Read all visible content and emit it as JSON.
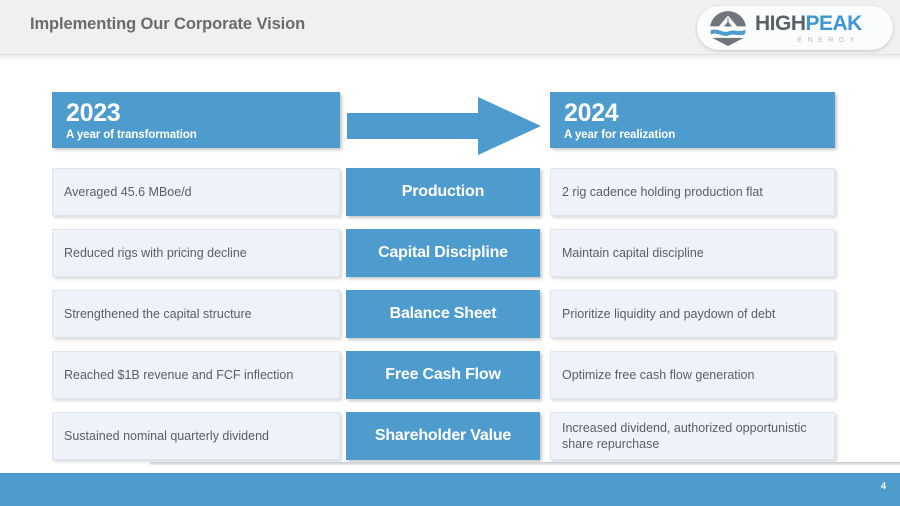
{
  "header": {
    "title": "Implementing Our Corporate Vision",
    "logo": {
      "word_primary": "HIGH",
      "word_secondary": "PEAK",
      "tagline": "ENERGY",
      "mark_name": "mountain-wave-emblem"
    }
  },
  "columns": {
    "left": {
      "year": "2023",
      "subtitle": "A year of transformation"
    },
    "right": {
      "year": "2024",
      "subtitle": "A year for realization"
    },
    "arrow_label": "transition-arrow"
  },
  "rows": [
    {
      "left": "Averaged 45.6 MBoe/d",
      "category": "Production",
      "right": "2 rig cadence holding production flat"
    },
    {
      "left": "Reduced rigs with pricing decline",
      "category": "Capital Discipline",
      "right": "Maintain capital discipline"
    },
    {
      "left": "Strengthened the capital structure",
      "category": "Balance Sheet",
      "right": "Prioritize liquidity and paydown of debt"
    },
    {
      "left": "Reached $1B revenue and FCF inflection",
      "category": "Free Cash Flow",
      "right": "Optimize free cash flow generation"
    },
    {
      "left": "Sustained nominal quarterly dividend",
      "category": "Shareholder Value",
      "right": "Increased dividend, authorized opportunistic share repurchase"
    }
  ],
  "footer": {
    "page_number": "4"
  },
  "colors": {
    "accent_blue": "#4e9ccd",
    "logo_blue": "#3f96d2",
    "panel_fill": "#eef3f9",
    "header_gray": "#f0f0f0",
    "title_gray": "#6b6b6b"
  }
}
